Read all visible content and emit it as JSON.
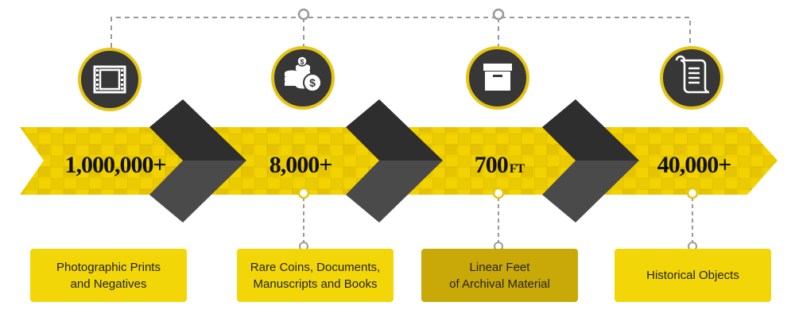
{
  "items": [
    {
      "value": "1,000,000+",
      "unit": "",
      "label_line1": "Photographic Prints",
      "label_line2": "and Negatives",
      "icon": "film-strip-icon"
    },
    {
      "value": "8,000+",
      "unit": "",
      "label_line1": "Rare Coins, Documents,",
      "label_line2": "Manuscripts and Books",
      "icon": "coins-icon"
    },
    {
      "value": "700",
      "unit": "FT",
      "label_line1": "Linear Feet",
      "label_line2": "of Archival Material",
      "icon": "archive-box-icon"
    },
    {
      "value": "40,000+",
      "unit": "",
      "label_line1": "Historical Objects",
      "label_line2": "",
      "icon": "scroll-icon"
    }
  ],
  "colors": {
    "banner_yellow": "#f2d200",
    "banner_dark_yellow": "#d9b800",
    "chevron_dark": "#2e2e2e",
    "chevron_gray": "#4a4a4a",
    "icon_bg": "#373737",
    "icon_ring": "#e6c413",
    "label_yellow": "#f3d608",
    "label_olive": "#c9a907",
    "connector_gray": "#9a9a9a"
  }
}
